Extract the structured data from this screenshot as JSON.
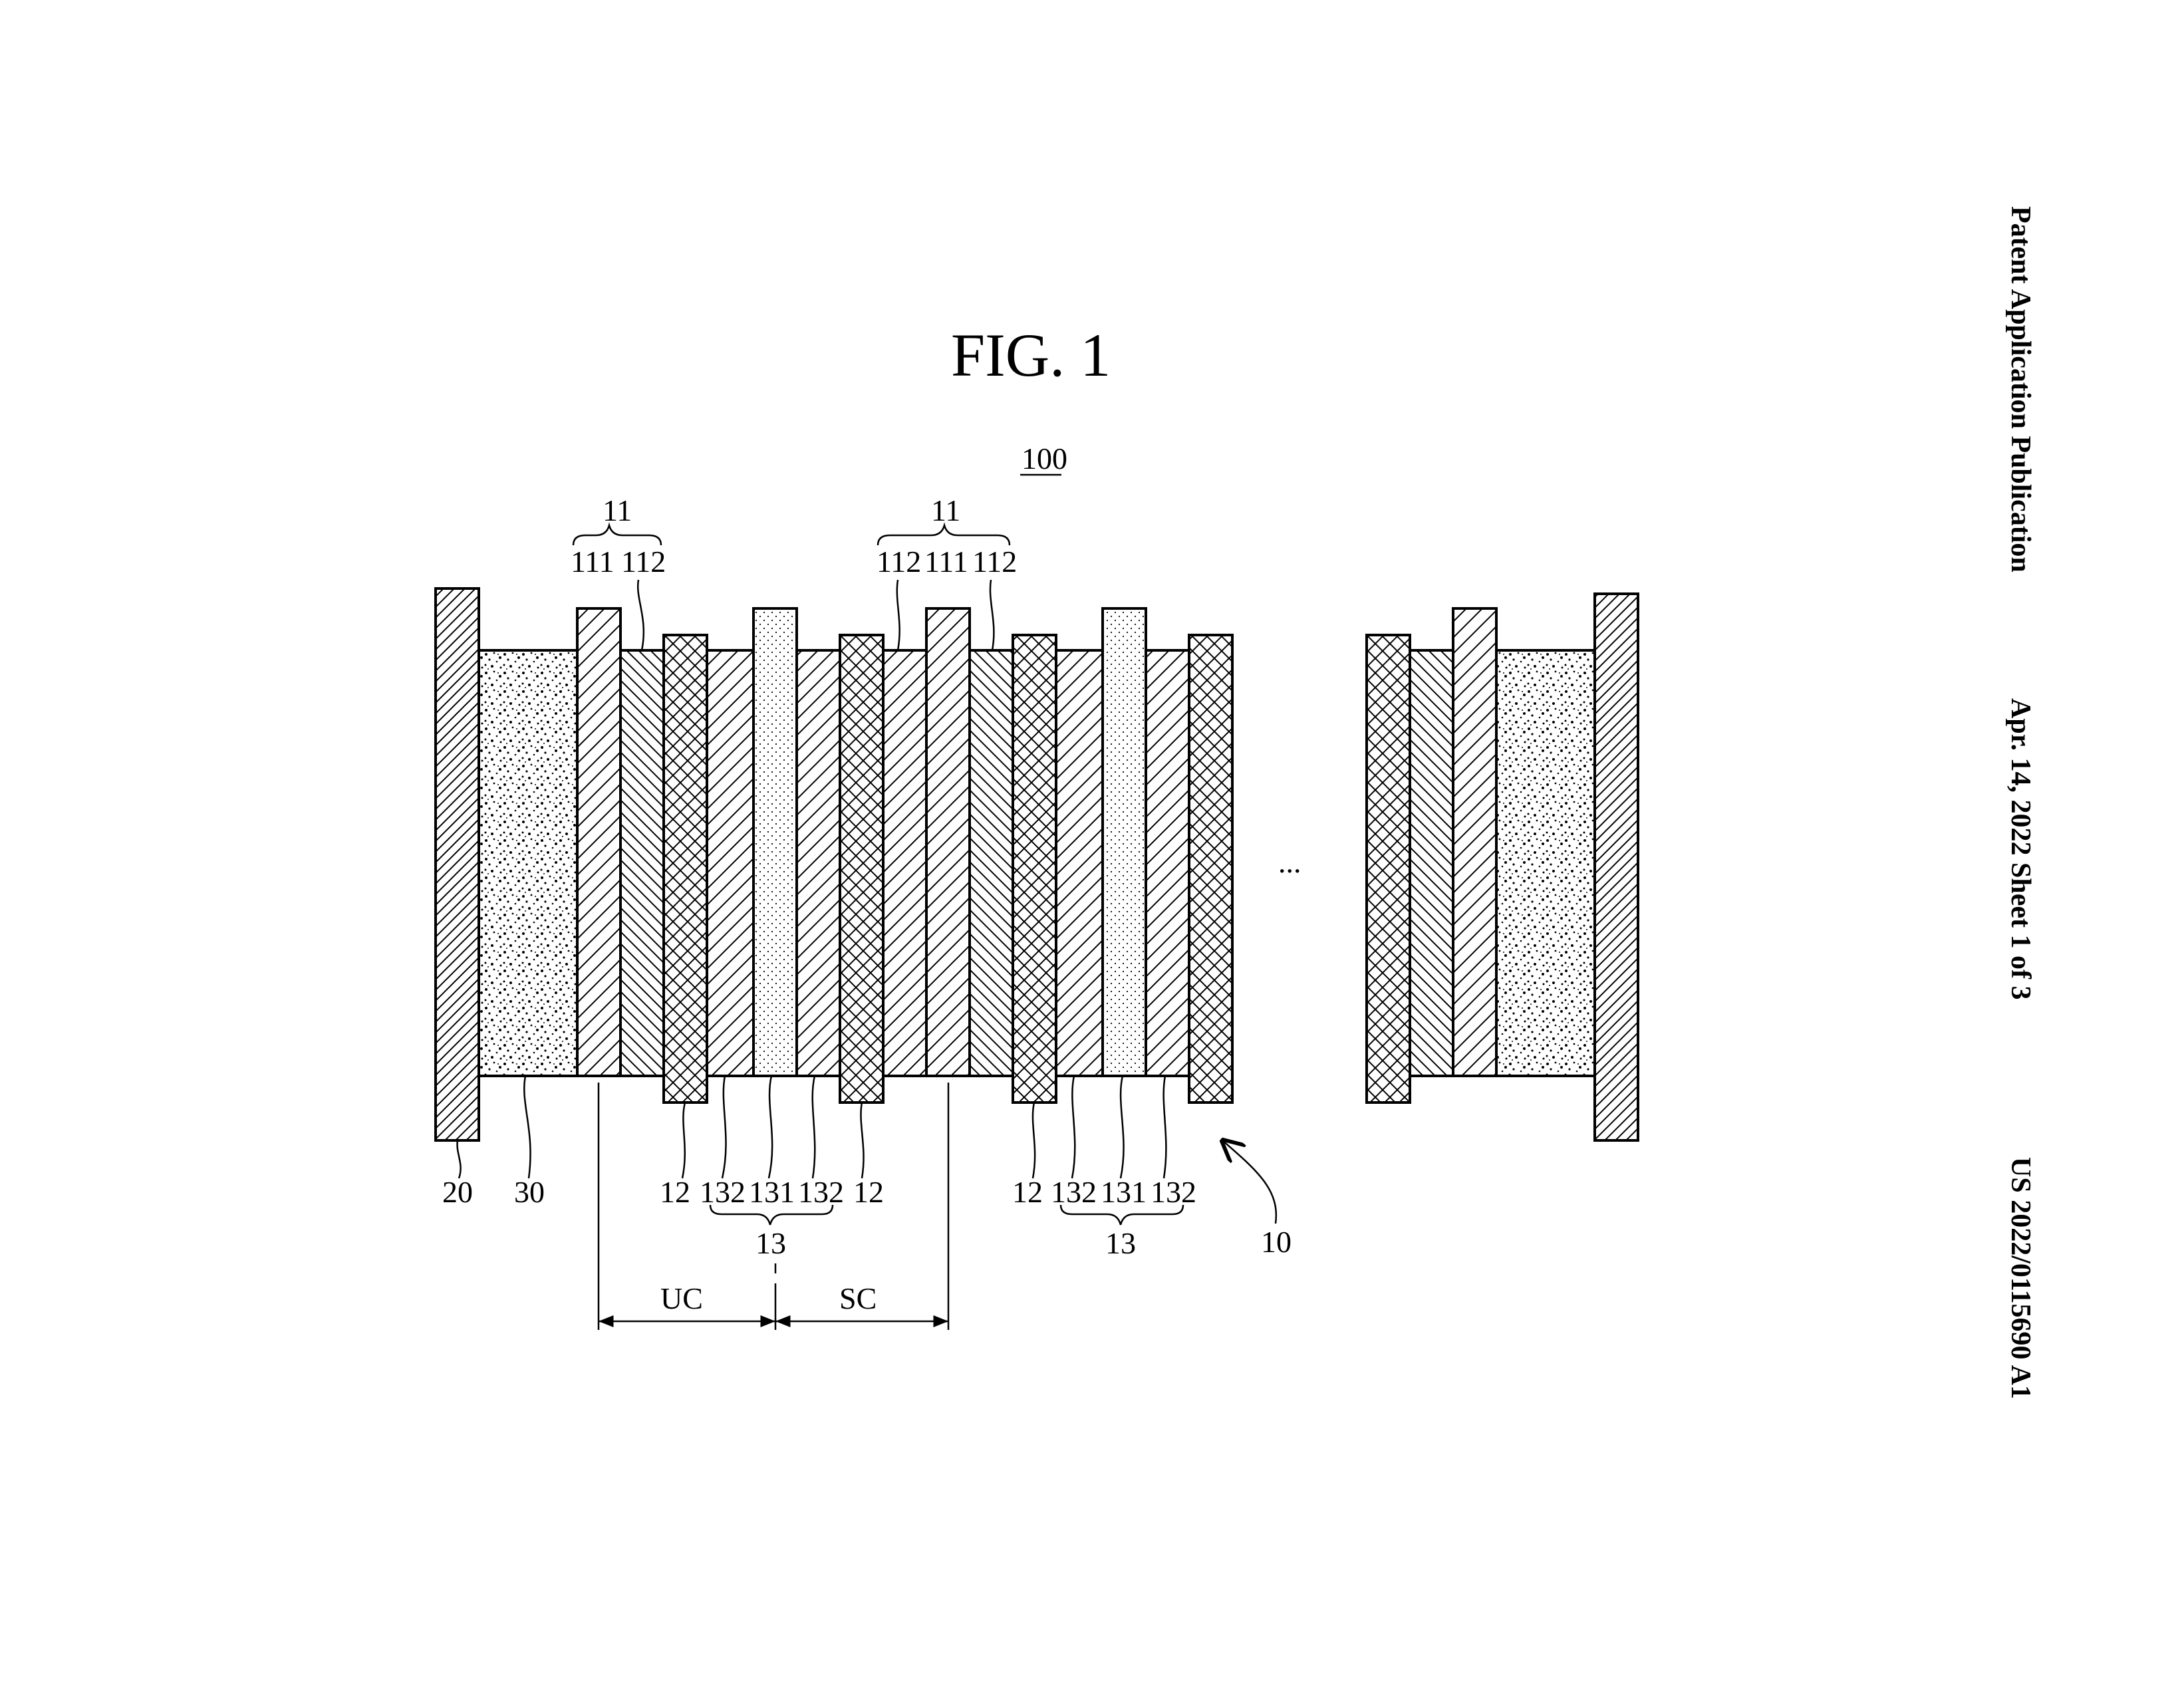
{
  "header": {
    "publication": "Patent Application Publication",
    "date_sheet": "Apr. 14, 2022  Sheet 1 of 3",
    "pub_number": "US 2022/0115690 A1"
  },
  "figure": {
    "title": "FIG. 1",
    "device_ref": "100",
    "labels": {
      "l11a": "11",
      "l11b": "11",
      "l111a": "111",
      "l112a": "112",
      "l112b": "112",
      "l111b": "111",
      "l112c": "112",
      "l20": "20",
      "l30": "30",
      "l12a": "12",
      "l132a": "132",
      "l131a": "131",
      "l132b": "132",
      "l12b": "12",
      "l12c": "12",
      "l132c": "132",
      "l131b": "131",
      "l132d": "132",
      "l13a": "13",
      "l13b": "13",
      "l10": "10",
      "uc": "UC",
      "sc": "SC",
      "ellipsis": "..."
    }
  }
}
